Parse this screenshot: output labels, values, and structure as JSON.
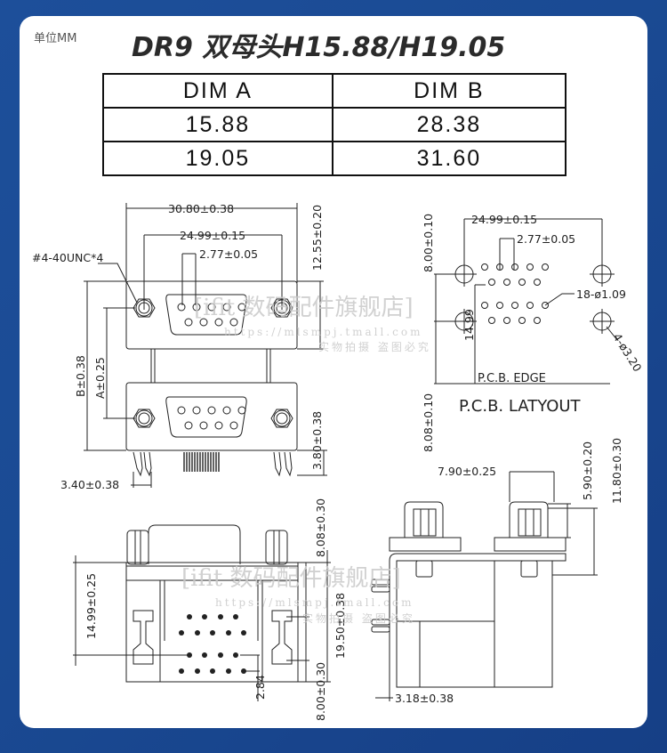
{
  "header": {
    "unit_label": "单位MM",
    "title": "DR9 双母头H15.88/H19.05"
  },
  "dim_table": {
    "columns": [
      "DIM A",
      "DIM B"
    ],
    "rows": [
      [
        "15.88",
        "28.38"
      ],
      [
        "19.05",
        "31.60"
      ]
    ]
  },
  "front_view": {
    "overall_width": "30.80±0.38",
    "mount_hole_spacing": "24.99±0.15",
    "pin_pitch": "2.77±0.05",
    "thread_note": "#4-40UNC*4",
    "top_height": "12.55±0.20",
    "dim_b": "B±0.38",
    "dim_a": "A±0.25",
    "bottom_offset": "3.80±0.38",
    "pin_offset": "3.40±0.38"
  },
  "pcb_layout": {
    "hole_spacing": "24.99±0.15",
    "pin_pitch": "2.77±0.05",
    "top_dim": "8.00±0.10",
    "bottom_dim": "8.08±0.10",
    "row_spacing": "14.99",
    "pin_holes": "18-ø1.09",
    "mount_holes": "4-ø3.20",
    "edge_label": "P.C.B. EDGE",
    "caption": "P.C.B. LATYOUT"
  },
  "bottom_view": {
    "left_dim": "14.99±0.25",
    "top_dim": "8.08±0.30",
    "mid_dim": "19.50±0.38",
    "bottom_dim": "8.00±0.30",
    "pin_offset": "2.84"
  },
  "side_view": {
    "width_dim": "7.90±0.25",
    "nut_height": "5.90±0.20",
    "total_height": "11.80±0.30",
    "pin_offset": "3.18±0.38"
  },
  "watermark": {
    "line1": "[ifit 数码配件旗舰店]",
    "line2": "https://mlsmpj.tmall.com",
    "line3": "实物拍摄  盗图必究"
  },
  "colors": {
    "background": "#1a4a93",
    "card": "#ffffff",
    "line": "#222222"
  }
}
